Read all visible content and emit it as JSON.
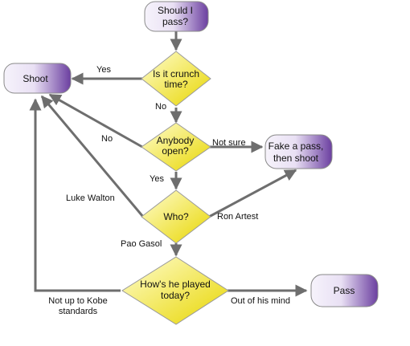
{
  "colors": {
    "terminal_light": "#f4f0fb",
    "terminal_dark": "#6b3fa0",
    "decision_light": "#fffbb0",
    "decision_dark": "#e8d800",
    "edge": "#6e6e6e",
    "outline": "#8a8a8a"
  },
  "nodes": {
    "should_i_pass": {
      "line1": "Should I",
      "line2": "pass?"
    },
    "crunch_time": {
      "line1": "Is it crunch",
      "line2": "time?"
    },
    "shoot": {
      "label": "Shoot"
    },
    "anybody_open": {
      "line1": "Anybody",
      "line2": "open?"
    },
    "fake_pass": {
      "line1": "Fake a pass,",
      "line2": "then shoot"
    },
    "who": {
      "label": "Who?"
    },
    "hows_he_played": {
      "line1": "How's he played",
      "line2": "today?"
    },
    "pass": {
      "label": "Pass"
    }
  },
  "edges": {
    "crunch_yes": "Yes",
    "crunch_no": "No",
    "open_no": "No",
    "open_not_sure": "Not sure",
    "open_yes": "Yes",
    "who_luke": "Luke Walton",
    "who_ron": "Ron Artest",
    "who_pao": "Pao Gasol",
    "played_not_kobe_line1": "Not up to Kobe",
    "played_not_kobe_line2": "standards",
    "played_out_of_mind": "Out of his mind"
  }
}
